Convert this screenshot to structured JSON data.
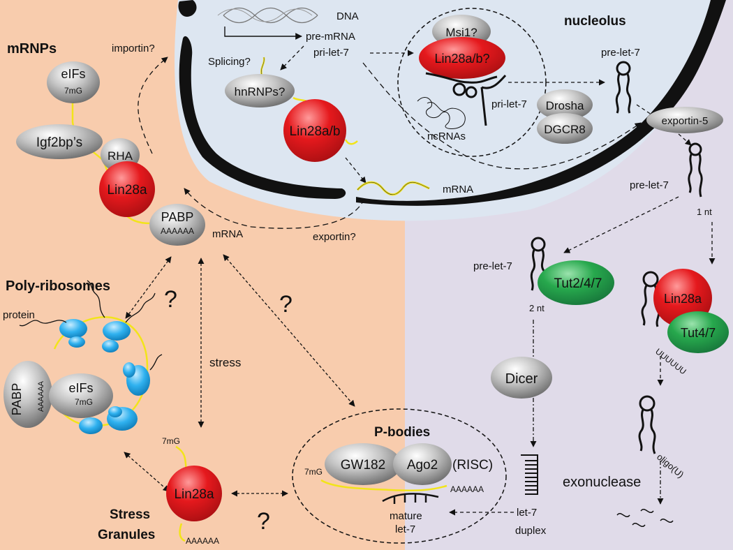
{
  "colors": {
    "cytoplasm": "#f8ccad",
    "nucleus": "#dde6f1",
    "lower_right": "#e0dbe9",
    "lin28_red": "#e5191d",
    "tut_green": "#27a84d",
    "ribosome_blue": "#2fb1ef",
    "protein_gray": "#8c8c8c",
    "mrna_yellow": "#f2e41a"
  },
  "regions": {
    "mrnps": "mRNPs",
    "polyribosomes": "Poly-ribosomes",
    "stress_granules_line1": "Stress",
    "stress_granules_line2": "Granules",
    "nucleolus": "nucleolus",
    "pbodies": "P-bodies"
  },
  "proteins": {
    "eifs_top": "eIFs",
    "mg_top": "7mG",
    "igf2bp": "Igf2bp’s",
    "rha": "RHA",
    "lin28a_mrnp": "Lin28a",
    "pabp_top": "PABP",
    "aaaaaa_top": "AAAAAA",
    "hnrnps": "hnRNPs?",
    "lin28ab_nuc": "Lin28a/b",
    "msi1": "Msi1?",
    "lin28ab_nucleolus": "Lin28a/b?",
    "drosha": "Drosha",
    "dgcr8": "DGCR8",
    "exportin5": "exportin-5",
    "tut247": "Tut2/4/7",
    "lin28a_right": "Lin28a",
    "tut47": "Tut4/7",
    "dicer": "Dicer",
    "pabp_poly": "PABP",
    "eifs_poly": "eIFs",
    "mg_poly": "7mG",
    "aaaaaa_poly": "AAAAAA",
    "lin28a_sg": "Lin28a",
    "gw182": "GW182",
    "ago2": "Ago2",
    "risc": "(RISC)"
  },
  "labels": {
    "dna": "DNA",
    "pre_mrna": "pre-mRNA",
    "pri_let7_nuc": "pri-let-7",
    "splicing": "Splicing?",
    "importin": "importin?",
    "pri_let7_nucleolus": "pri-let-7",
    "ncrnas": "ncRNAs",
    "pre_let7_top": "pre-let-7",
    "pre_let7_mid": "pre-let-7",
    "one_nt": "1 nt",
    "pre_let7_left": "pre-let-7",
    "two_nt": "2 nt",
    "mrna_nuc": "mRNA",
    "mrna_pabp": "mRNA",
    "exportin": "exportin?",
    "protein": "protein",
    "stress": "stress",
    "q1": "?",
    "q2": "?",
    "q3": "?",
    "uuuuuu": "UUUUUU",
    "oligo_u": "oligo(U)",
    "exonuclease": "exonuclease",
    "let7_duplex_line1": "let-7",
    "let7_duplex_line2": "duplex",
    "mature_line1": "mature",
    "mature_line2": "let-7",
    "mg_sg": "7mG",
    "aaaaaa_sg": "AAAAAA",
    "mg_pb": "7mG",
    "aaaaaa_pb": "AAAAAA"
  }
}
